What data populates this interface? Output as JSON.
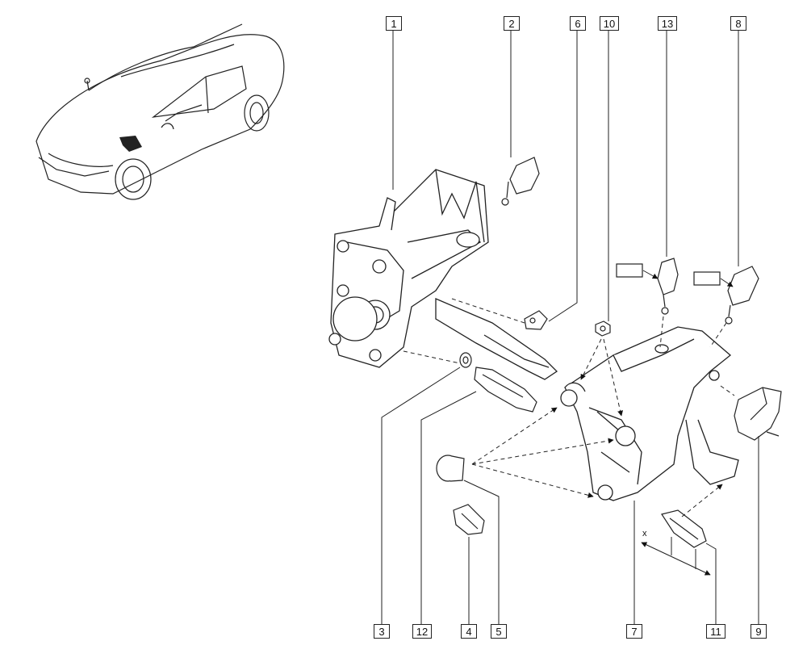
{
  "diagram": {
    "callouts_top": [
      {
        "id": "1",
        "label": "1"
      },
      {
        "id": "2",
        "label": "2"
      },
      {
        "id": "6",
        "label": "6"
      },
      {
        "id": "10",
        "label": "10"
      },
      {
        "id": "13",
        "label": "13"
      },
      {
        "id": "8",
        "label": "8"
      }
    ],
    "callouts_bottom": [
      {
        "id": "3",
        "label": "3"
      },
      {
        "id": "12",
        "label": "12"
      },
      {
        "id": "4",
        "label": "4"
      },
      {
        "id": "5",
        "label": "5"
      },
      {
        "id": "7",
        "label": "7"
      },
      {
        "id": "11",
        "label": "11"
      },
      {
        "id": "9",
        "label": "9"
      }
    ],
    "dimension_label": "x"
  }
}
